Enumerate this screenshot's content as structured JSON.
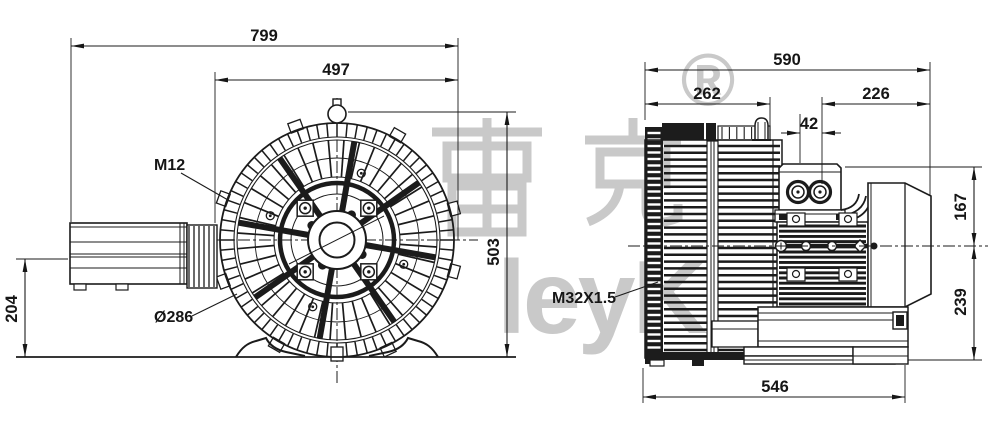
{
  "watermark": {
    "registered": "®",
    "chinese": "雷克",
    "latin": "leyK"
  },
  "front_view": {
    "labels": {
      "flange_thread": "M12",
      "impeller_diameter": "Ø286"
    },
    "dims": {
      "overall_width": "799",
      "housing_width": "497",
      "total_height": "503",
      "inlet_axis_height": "204"
    }
  },
  "side_view": {
    "labels": {
      "cable_gland_thread": "M32X1.5"
    },
    "dims": {
      "overall_length": "590",
      "housing_length": "262",
      "motor_length": "226",
      "gland_pitch": "42",
      "height_above_axis": "167",
      "axis_to_base_height": "239",
      "base_length": "546"
    }
  }
}
